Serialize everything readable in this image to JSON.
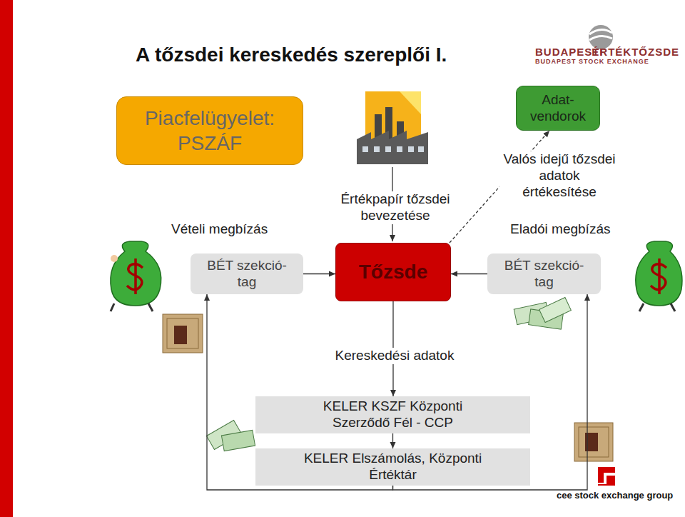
{
  "diagram": {
    "title": "A tőzsdei kereskedés szereplői I.",
    "nodes": [
      {
        "text": [
          "Piacfelügyelet: PSZÁF"
        ]
      },
      {
        "text": [
          "Adat- vendorok"
        ]
      },
      {
        "text": [
          "BÉT szekció- tag"
        ]
      },
      {
        "text": [
          "Tőzsde"
        ]
      },
      {
        "text": [
          "BÉT szekció- tag"
        ]
      },
      {
        "text": [
          "KELER KSZF Központi Szerződő Fél - CCP"
        ]
      },
      {
        "text": [
          "KELER Elszámolás, Központi Értéktár"
        ]
      }
    ],
    "edges": [
      {
        "from": 2,
        "to": 3,
        "arrow": "to"
      },
      {
        "from": 4,
        "to": 3,
        "arrow": "to"
      },
      {
        "from": 3,
        "to": 1,
        "label": "Valós idejű tőzsdei adatok értékesítése",
        "arrow": "to"
      },
      {
        "from": 3,
        "to": 5,
        "label": "Kereskedési adatok",
        "arrow": "to"
      },
      {
        "from": 5,
        "to": 6,
        "arrow": "to"
      },
      {
        "from": 6,
        "to": 2,
        "arrow": "to"
      },
      {
        "from": 6,
        "to": 4,
        "arrow": "to"
      }
    ],
    "labels": [
      "Vételi megbízás",
      "Értékpapír tőzsdei bevezetése",
      "Eladói megbízás",
      "BUDAPESTI",
      "ÉRTÉKTŐZSDE",
      "BUDAPEST STOCK EXCHANGE",
      "cee stock exchange group"
    ]
  }
}
